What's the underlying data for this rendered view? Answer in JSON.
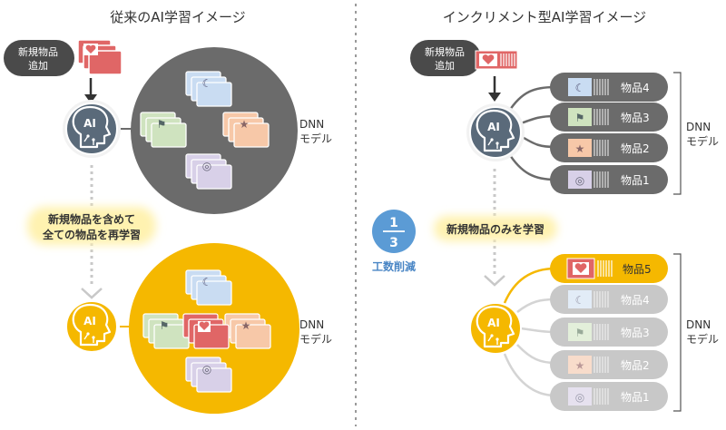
{
  "left": {
    "title": "従来のAI学習イメージ",
    "new_item_line1": "新規物品",
    "new_item_line2": "追加",
    "ai_label": "AI",
    "dnn_line1": "DNN",
    "dnn_line2": "モデル",
    "retrain_line1": "新規物品を含めて",
    "retrain_line2": "全ての物品を再学習"
  },
  "right": {
    "title": "インクリメント型AI学習イメージ",
    "new_item_line1": "新規物品",
    "new_item_line2": "追加",
    "ai_label": "AI",
    "dnn_line1": "DNN",
    "dnn_line2": "モデル",
    "items_before": [
      "物品4",
      "物品3",
      "物品2",
      "物品1"
    ],
    "learn_only_new": "新規物品のみを学習",
    "fraction_numerator": "1",
    "fraction_denominator": "3",
    "reduction_label": "工数削減",
    "items_after": [
      "物品5",
      "物品4",
      "物品3",
      "物品2",
      "物品1"
    ]
  },
  "colors": {
    "gray_dark": "#6b6b6b",
    "gray_light": "#c8c8c8",
    "yellow": "#f5b800",
    "yellow_glow": "#fff2b0",
    "red": "#e06666",
    "blue_icon": "#c9dcf2",
    "green_icon": "#cfe3bf",
    "orange_icon": "#f7c8a8",
    "purple_icon": "#d8d0e8",
    "fraction_blue": "#5b9bd5"
  }
}
